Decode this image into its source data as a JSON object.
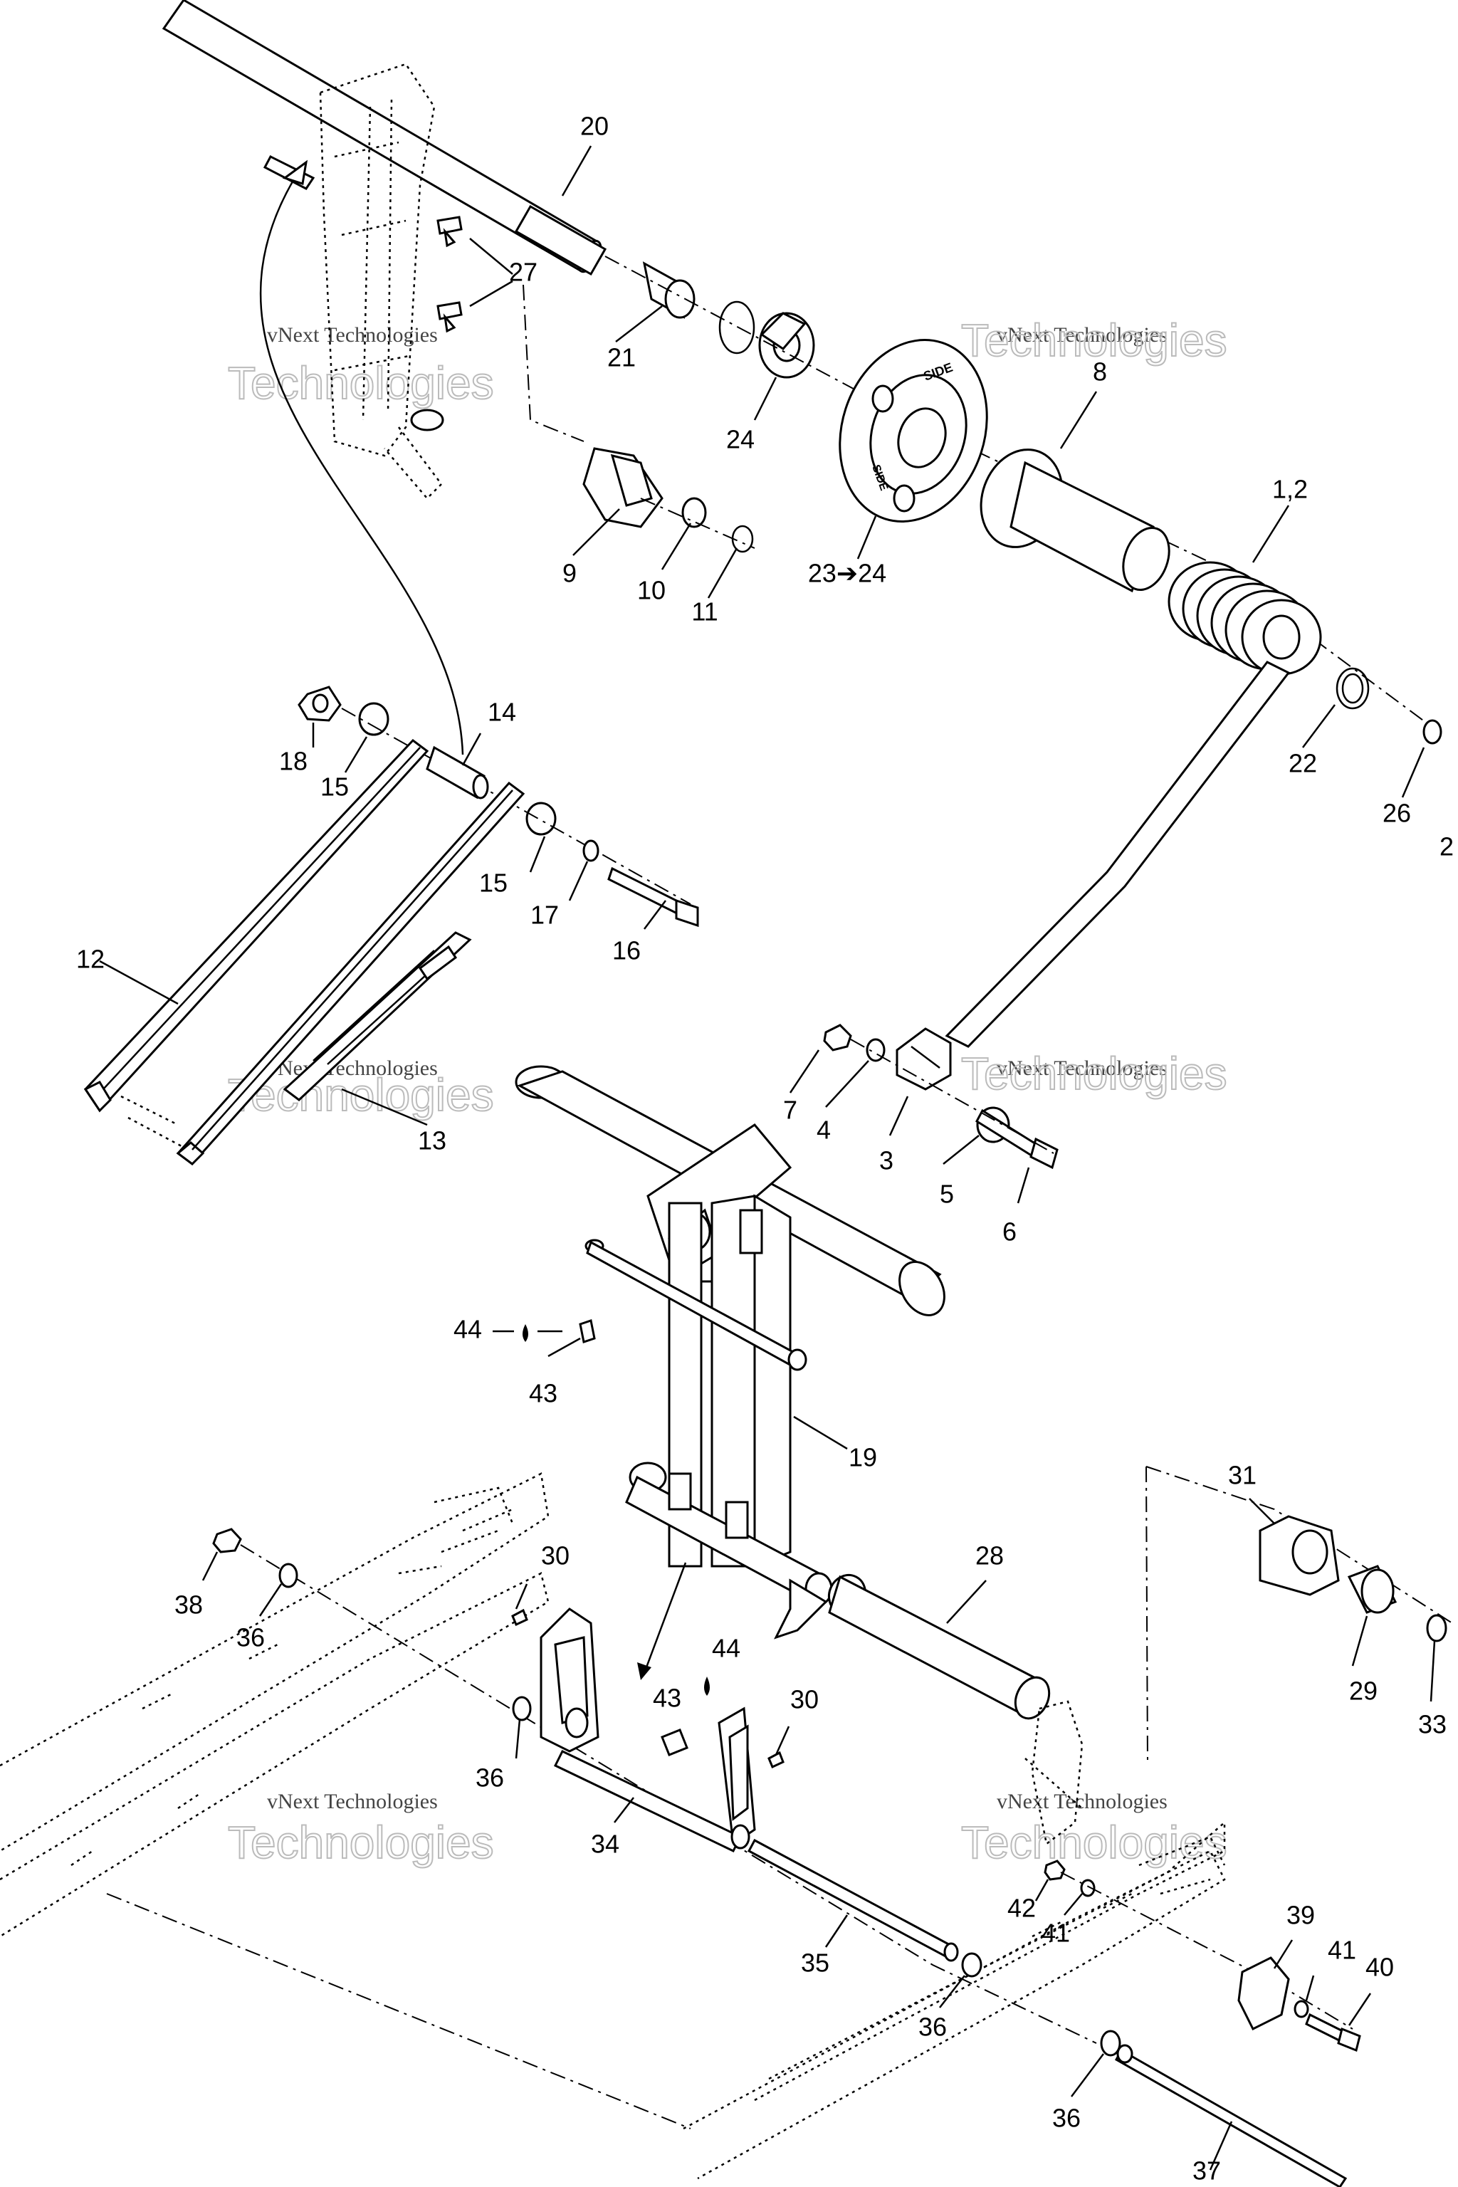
{
  "watermark": {
    "line1": "vNext Technologies",
    "line2": "Technologies"
  },
  "labels": {
    "l1_2": "1,2",
    "l2": "2",
    "l3": "3",
    "l4": "4",
    "l5": "5",
    "l6": "6",
    "l7": "7",
    "l8": "8",
    "l9": "9",
    "l10": "10",
    "l11": "11",
    "l12": "12",
    "l13": "13",
    "l14": "14",
    "l15a": "15",
    "l15b": "15",
    "l16": "16",
    "l17": "17",
    "l18": "18",
    "l19": "19",
    "l20": "20",
    "l21": "21",
    "l22": "22",
    "l23_24": "23➔24",
    "l24": "24",
    "l26": "26",
    "l27": "27",
    "l28": "28",
    "l29": "29",
    "l30a": "30",
    "l30b": "30",
    "l31": "31",
    "l33": "33",
    "l34": "34",
    "l35": "35",
    "l36a": "36",
    "l36b": "36",
    "l36c": "36",
    "l36d": "36",
    "l37": "37",
    "l38": "38",
    "l39": "39",
    "l40": "40",
    "l41a": "41",
    "l41b": "41",
    "l42": "42",
    "l43a": "43",
    "l43b": "43",
    "l44a": "44",
    "l44b": "44"
  },
  "wheel_text": {
    "outer": "SIDE",
    "inner": "SIDE"
  }
}
